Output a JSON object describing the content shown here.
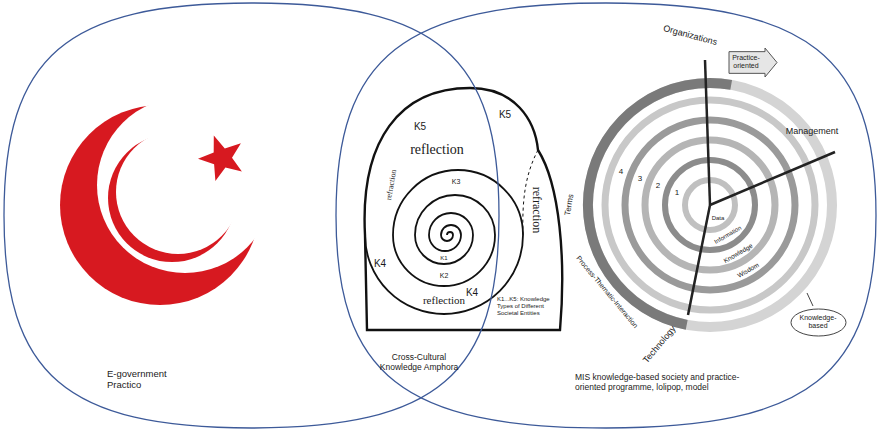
{
  "diagram": {
    "nodes": [
      {
        "text": [
          "E-government Practico"
        ]
      },
      {
        "text": [
          "MIS knowledge-based society and practice-oriented programme, lolipop, model"
        ]
      },
      {
        "text": [
          "Practice-oriented"
        ],
        "in": 1
      },
      {
        "text": [
          "Knowledge-based"
        ],
        "in": 1
      }
    ],
    "labels": [
      "K5",
      "K5",
      "reflection",
      "refraction",
      "refraction",
      "K3",
      "K2",
      "K1",
      "K4",
      "reflection",
      "K4",
      "K1...K5: Knowledge Types of Different Societal Entities",
      "Cross-Cultural Knowledge Amphora",
      "Organizations",
      "Management",
      "Technology",
      "Terms",
      "4",
      "3",
      "2",
      "1",
      "Data",
      "Information",
      "Knowledge",
      "Wisdom",
      "Process-Thematic-Interaction"
    ]
  }
}
